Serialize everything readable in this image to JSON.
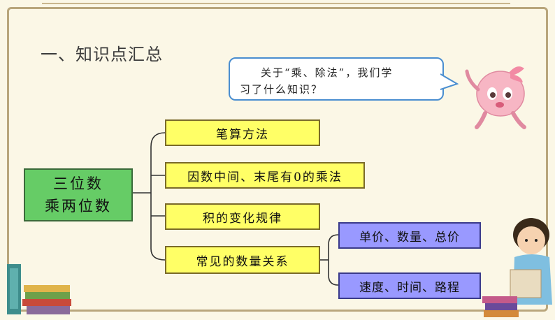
{
  "heading": "一、知识点汇总",
  "bubble": {
    "line1": "关于“乘、除法”，我们学",
    "line2": "习了什么知识？"
  },
  "diagram": {
    "root": {
      "line1": "三位数",
      "line2": "乘两位数"
    },
    "branches": [
      {
        "label": "笔算方法"
      },
      {
        "label": "因数中间、末尾有0的乘法"
      },
      {
        "label": "积的变化规律"
      },
      {
        "label": "常见的数量关系"
      }
    ],
    "relations": [
      {
        "label": "单价、数量、总价"
      },
      {
        "label": "速度、时间、路程"
      }
    ]
  },
  "colors": {
    "root_fill": "#66cc66",
    "branch_fill": "#ffff66",
    "relation_fill": "#9999ff",
    "bubble_border": "#4a8ed0",
    "frame": "#b9a67c"
  },
  "icons": [
    "pink-mascot-icon",
    "book-stack-icon",
    "reading-child-icon"
  ]
}
